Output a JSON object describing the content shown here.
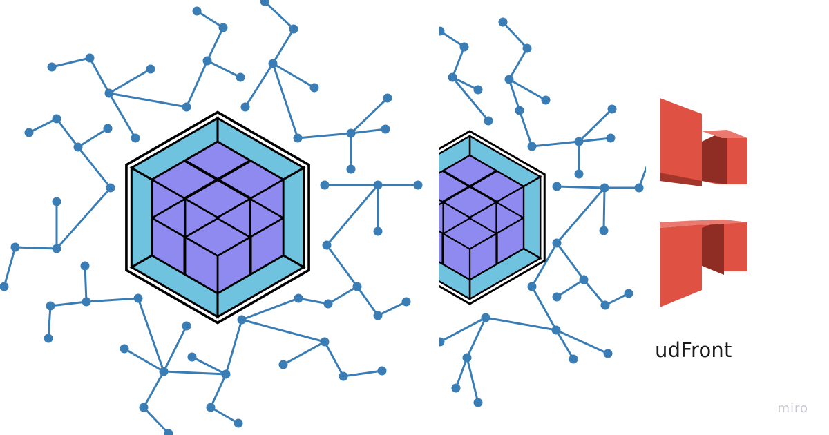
{
  "board": {
    "panels": [
      {
        "name": "webpack-logo-network",
        "icon": "webpack-cube-icon"
      },
      {
        "name": "webpack-logo-network-cropped",
        "icon": "webpack-cube-icon"
      },
      {
        "name": "cloudfront-logo",
        "icon": "aws-cloudfront-icon"
      }
    ],
    "caption": "udFront",
    "watermark": "miro"
  },
  "colors": {
    "node": "#3a7db5",
    "hex_outer": "#6fc3df",
    "cube_face": "#8f8af0",
    "cloudfront_light": "#df5142",
    "cloudfront_dark": "#8f2c23"
  }
}
